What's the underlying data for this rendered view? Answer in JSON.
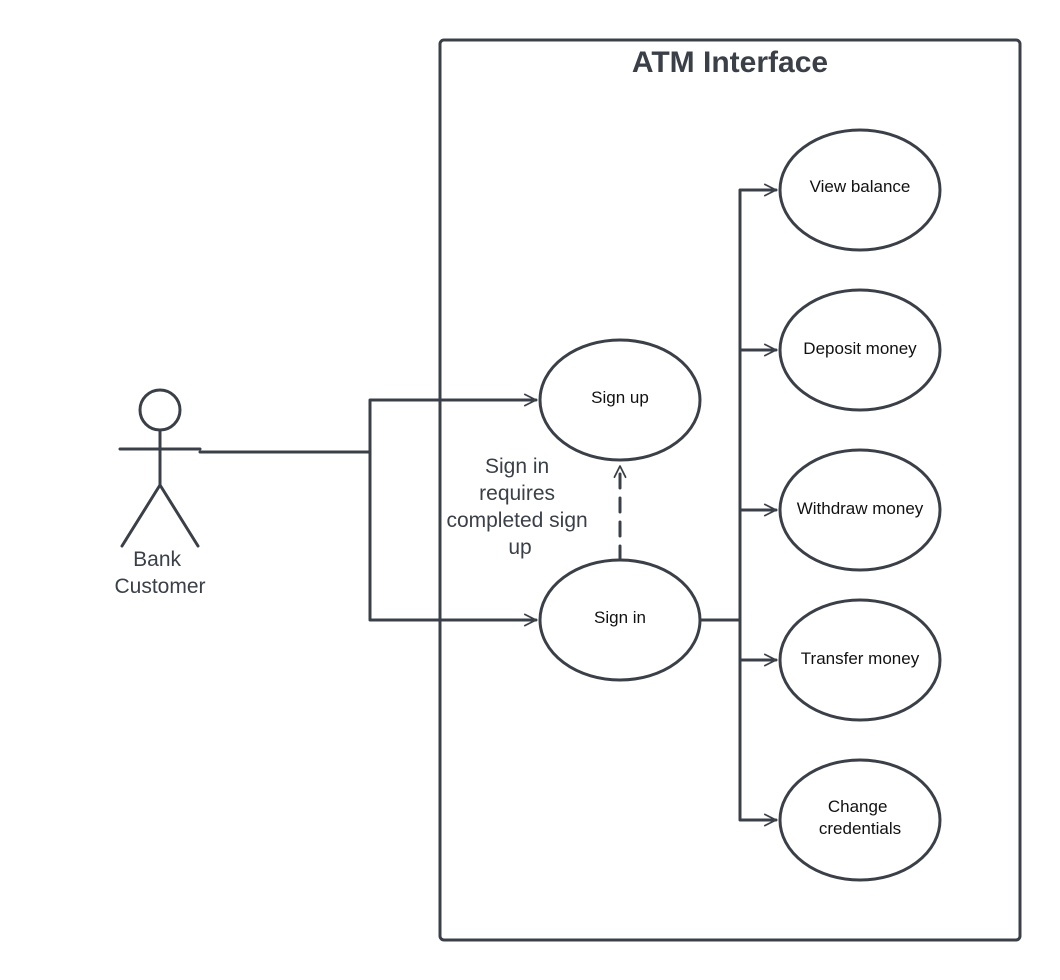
{
  "system": {
    "title": "ATM Interface"
  },
  "actor": {
    "label_lines": [
      "Bank",
      "Customer"
    ]
  },
  "use_cases": {
    "sign_up": [
      "Sign up"
    ],
    "sign_in": [
      "Sign in"
    ],
    "view_balance": [
      "View balance"
    ],
    "deposit_money": [
      "Deposit money"
    ],
    "withdraw_money": [
      "Withdraw money"
    ],
    "transfer_money": [
      "Transfer money"
    ],
    "change_credentials": [
      "Change",
      "credentials"
    ]
  },
  "note": {
    "lines": [
      "Sign in",
      "requires",
      "completed sign",
      "up"
    ]
  },
  "colors": {
    "stroke": "#3b4048",
    "text": "#111111"
  }
}
